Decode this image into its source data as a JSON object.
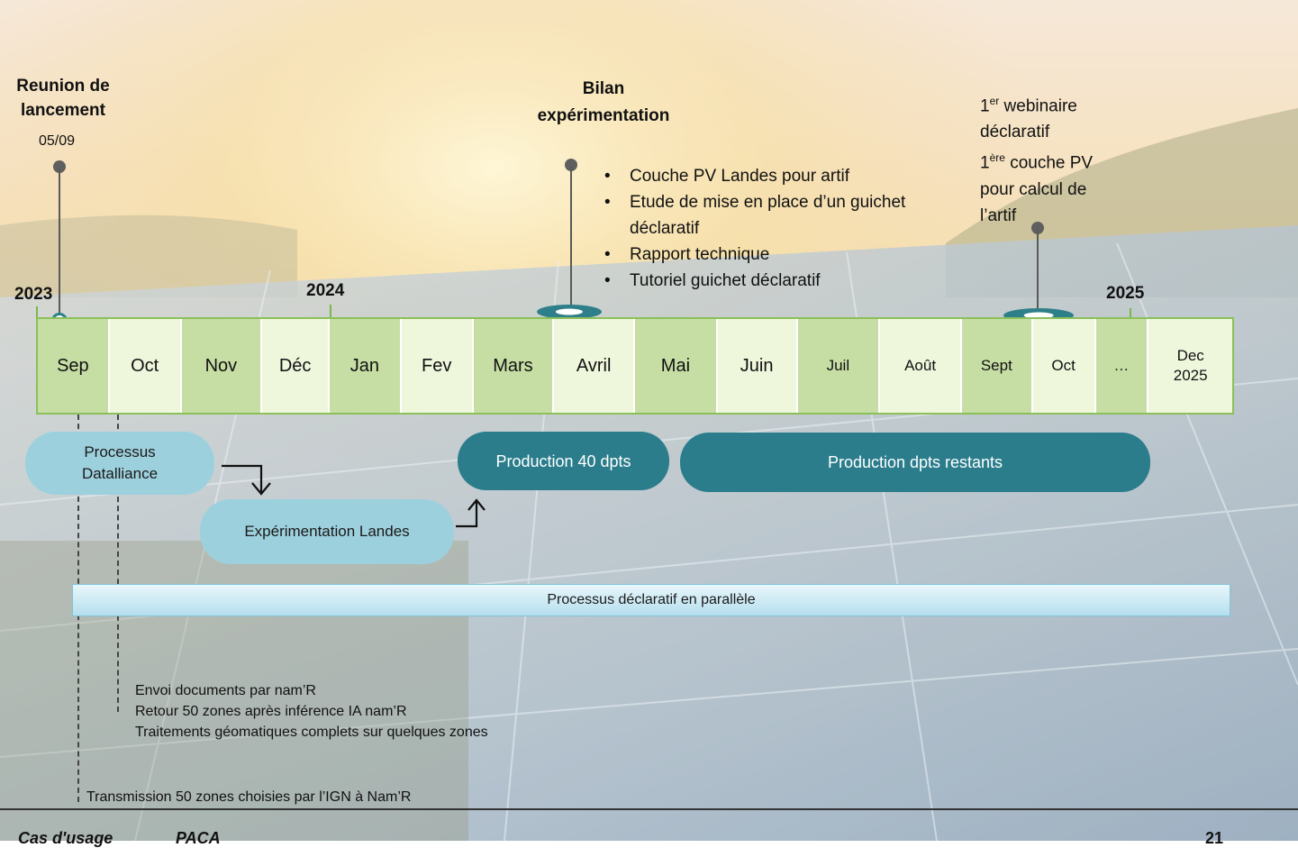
{
  "colors": {
    "green_dark": "#c6dea4",
    "green_light": "#eef6dc",
    "teal": "#2b7d8c",
    "light_blue": "#9dd0dd"
  },
  "milestones": {
    "kickoff": {
      "title_line1": "Reunion de",
      "title_line2": "lancement",
      "date": "05/09"
    },
    "bilan": {
      "title_line1": "Bilan",
      "title_line2": "expérimentation",
      "bullets": [
        "Couche PV Landes pour artif",
        "Etude de mise en place d’un guichet",
        "déclaratif",
        "Rapport technique",
        "Tutoriel guichet déclaratif"
      ]
    },
    "webinar": {
      "l1": "1",
      "l1_sup": "er",
      "l1_rest": " webinaire",
      "l2": "déclaratif",
      "l3": "1",
      "l3_sup": "ère",
      "l3_rest": " couche PV",
      "l4": "pour calcul de",
      "l5": "l’artif"
    }
  },
  "years": [
    "2023",
    "2024",
    "2025"
  ],
  "months": [
    "Sep",
    "Oct",
    "Nov",
    "Déc",
    "Jan",
    "Fev",
    "Mars",
    "Avril",
    "Mai",
    "Juin",
    "Juil",
    "Août",
    "Sept",
    "Oct",
    "…",
    "Dec",
    "2025"
  ],
  "bars": {
    "datalliance_l1": "Processus",
    "datalliance_l2": "Datalliance",
    "experimentation": "Expérimentation Landes",
    "production40": "Production 40 dpts",
    "production_rest": "Production  dpts restants",
    "declaratif": "Processus déclaratif en parallèle"
  },
  "notes": {
    "oct_l1": "Envoi documents par nam’R",
    "oct_l2": "Retour 50 zones après inférence IA nam’R",
    "oct_l3": "Traitements géomatiques complets sur quelques zones",
    "sep": "Transmission 50 zones choisies par l’IGN à Nam’R"
  },
  "footer": {
    "left": "Cas d'usage",
    "middle": "PACA",
    "page": "21"
  }
}
